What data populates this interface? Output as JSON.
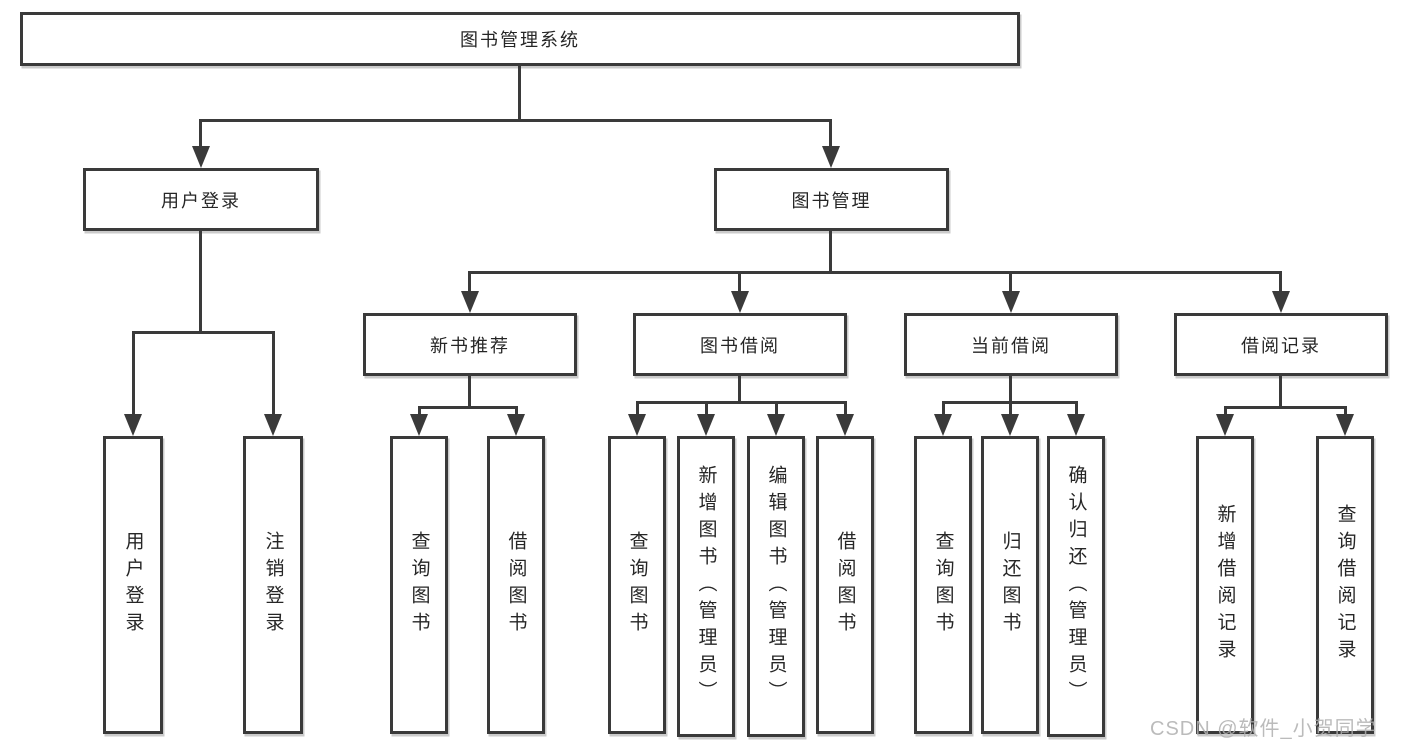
{
  "tree": {
    "root": "图书管理系统",
    "user_login": {
      "label": "用户登录",
      "children": [
        "用户登录",
        "注销登录"
      ]
    },
    "book_mgmt": {
      "label": "图书管理"
    },
    "new_books": {
      "label": "新书推荐",
      "children": [
        "查询图书",
        "借阅图书"
      ]
    },
    "borrowing": {
      "label": "图书借阅",
      "children": [
        "查询图书",
        "新增图书（管理员）",
        "编辑图书（管理员）",
        "借阅图书"
      ]
    },
    "current": {
      "label": "当前借阅",
      "children": [
        "查询图书",
        "归还图书",
        "确认归还（管理员）"
      ]
    },
    "records": {
      "label": "借阅记录",
      "children": [
        "新增借阅记录",
        "查询借阅记录"
      ]
    },
    "watermark": "CSDN @软件_小贺同学"
  },
  "colors": {
    "line": "#3a3a3a",
    "text": "#262626",
    "watermark": "#b0b0b0",
    "background": "#ffffff"
  }
}
